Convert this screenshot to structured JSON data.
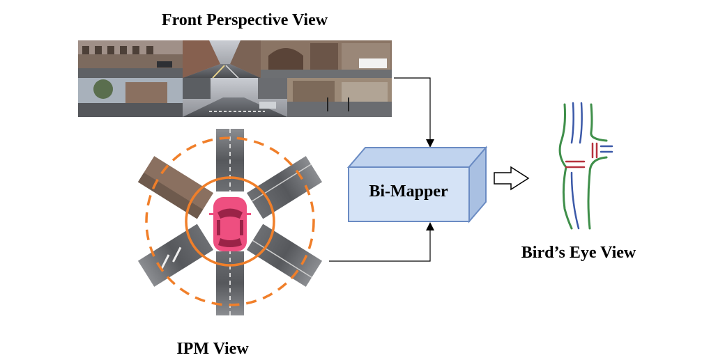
{
  "labels": {
    "front_title": "Front Perspective View",
    "ipm_title": "IPM View",
    "bev_title": "Bird’s Eye View",
    "module": "Bi-Mapper"
  },
  "colors": {
    "ring": "#f07f2a",
    "car": "#ee4f80",
    "box_front": "#d5e3f6",
    "box_top": "#c0d3ee",
    "box_side": "#a9c0e2",
    "box_stroke": "#6a8bc3",
    "bev_green": "#3f8f4a",
    "bev_blue": "#3b59a8",
    "bev_red": "#b6323e"
  },
  "icons": [
    "camera-image",
    "car-icon",
    "arrow-icon"
  ]
}
